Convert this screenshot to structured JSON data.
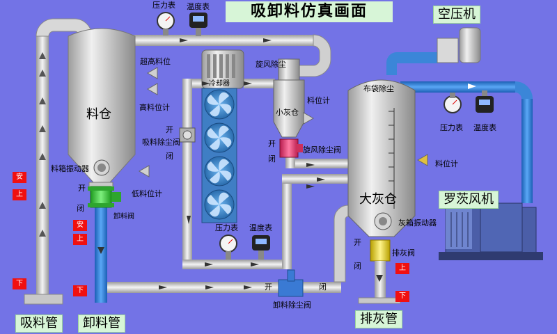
{
  "title": "吸卸料仿真画面",
  "labels": {
    "silo": "料仓",
    "cooler": "冷却器",
    "cyclone_remover": "旋风除尘",
    "small_ash": "小灰仓",
    "bag_remover": "布袋除尘",
    "big_ash": "大灰仓",
    "air_compressor": "空压机",
    "roots_blower": "罗茨风机",
    "suction_pipe": "吸料管",
    "unload_pipe": "卸料管",
    "ash_pipe": "排灰管",
    "pressure_gauge": "压力表",
    "temp_gauge": "温度表",
    "high_level": "超高料位",
    "high_level_meter": "高料位计",
    "low_level_meter": "低料位计",
    "level_meter": "料位计",
    "suction_valve": "吸料除尘阀",
    "cyclone_valve": "旋风除尘阀",
    "unload_valve": "卸料阀",
    "unload_dust_valve": "卸料除尘阀",
    "ash_valve": "排灰阀",
    "hopper_vibrator": "料箱振动器",
    "ash_vibrator": "灰箱振动器",
    "open": "开",
    "close": "闭"
  },
  "buttons": {
    "safe": "安",
    "up": "上",
    "down": "下"
  }
}
